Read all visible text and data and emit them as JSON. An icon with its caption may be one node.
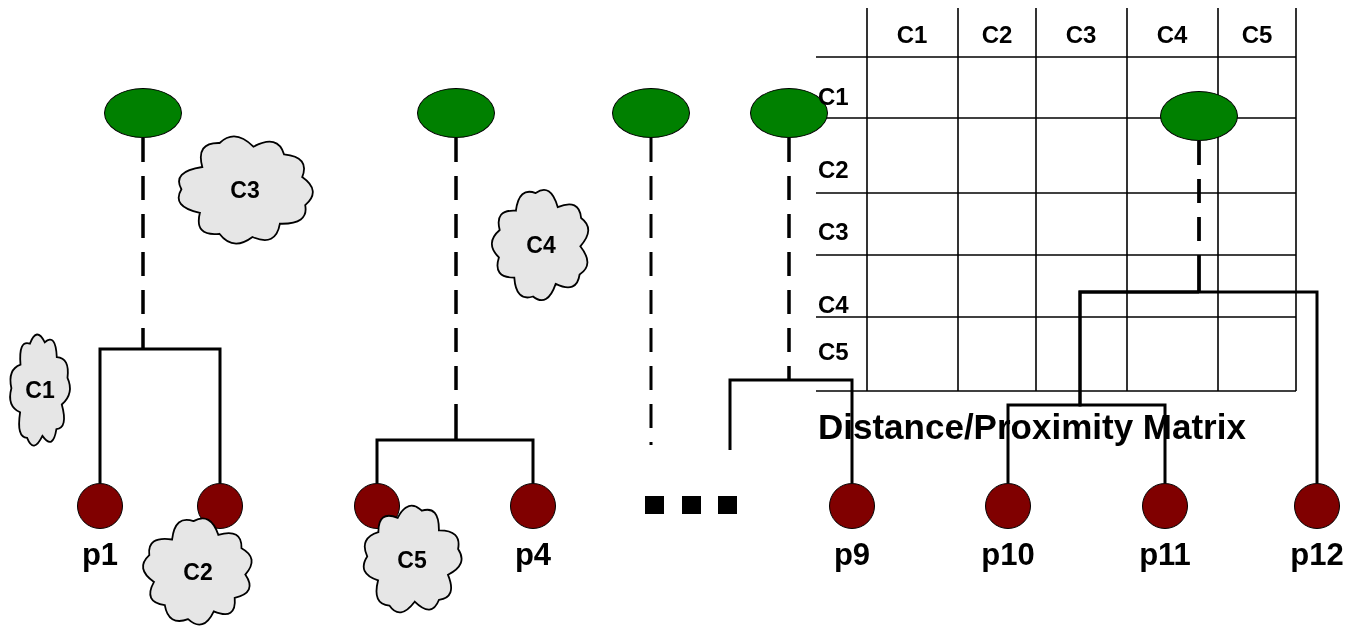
{
  "diagram": {
    "nodes": [
      {
        "text": [],
        "shape": "ellipse"
      },
      {
        "text": [],
        "shape": "ellipse"
      },
      {
        "text": [],
        "shape": "ellipse"
      },
      {
        "text": [],
        "shape": "ellipse"
      },
      {
        "text": [],
        "shape": "ellipse"
      },
      {
        "text": [
          "C3"
        ]
      },
      {
        "text": [
          "C4"
        ]
      },
      {
        "text": [
          "C1"
        ]
      },
      {
        "text": [
          "p1"
        ]
      },
      {
        "text": [],
        "shape": "circle"
      },
      {
        "text": [
          "C2"
        ]
      },
      {
        "text": [],
        "shape": "circle"
      },
      {
        "text": [
          "p4"
        ]
      },
      {
        "text": [
          "C5"
        ]
      },
      {
        "text": [
          "p9"
        ]
      },
      {
        "text": [
          "p10"
        ]
      },
      {
        "text": [
          "p11"
        ]
      },
      {
        "text": [
          "p12"
        ]
      }
    ],
    "edges": [
      {
        "from": 0,
        "to": 8,
        "arrow": "none",
        "style": "dashed"
      },
      {
        "from": 0,
        "to": 9,
        "arrow": "none",
        "style": "dashed"
      },
      {
        "from": 1,
        "to": 11,
        "arrow": "none",
        "style": "dashed"
      },
      {
        "from": 1,
        "to": 12,
        "arrow": "none",
        "style": "dashed"
      },
      {
        "from": 2,
        "to": null,
        "arrow": "none",
        "style": "dashed"
      },
      {
        "from": 3,
        "to": 14,
        "arrow": "none",
        "style": "dashed"
      },
      {
        "from": 3,
        "to": null,
        "arrow": "none",
        "style": "dashed"
      },
      {
        "from": 4,
        "to": 15,
        "arrow": "none",
        "style": "dashed"
      },
      {
        "from": 4,
        "to": 16,
        "arrow": "none",
        "style": "dashed"
      },
      {
        "from": 4,
        "to": 17,
        "arrow": "none",
        "style": "dashed"
      }
    ],
    "labels": [
      "C1",
      "C2",
      "C3",
      "C4",
      "C5",
      "C1",
      "C2",
      "C3",
      "C4",
      "C5",
      "Distance/Proximity Matrix"
    ]
  }
}
